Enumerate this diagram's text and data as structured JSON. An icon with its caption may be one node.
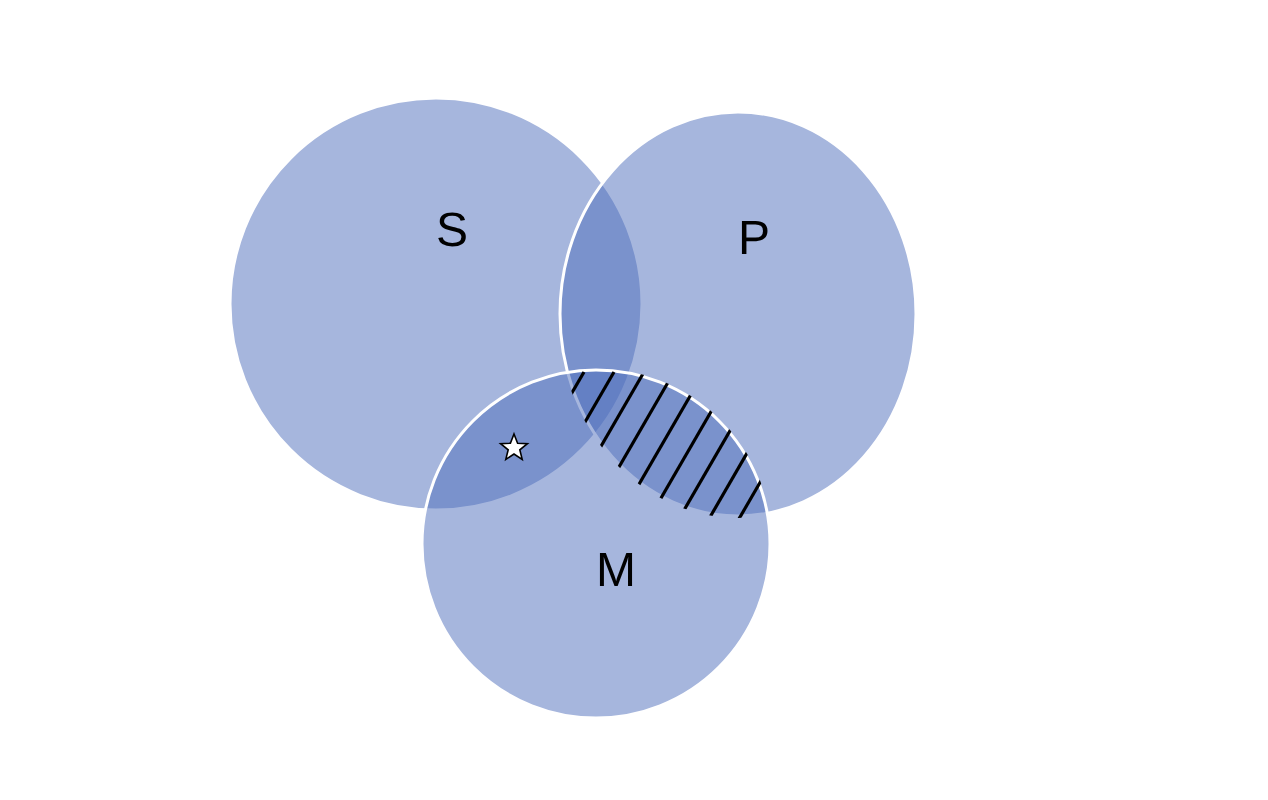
{
  "diagram": {
    "nodes": [
      {
        "text": [
          "S"
        ]
      },
      {
        "text": [
          "P"
        ]
      },
      {
        "text": [
          "M"
        ]
      }
    ]
  }
}
